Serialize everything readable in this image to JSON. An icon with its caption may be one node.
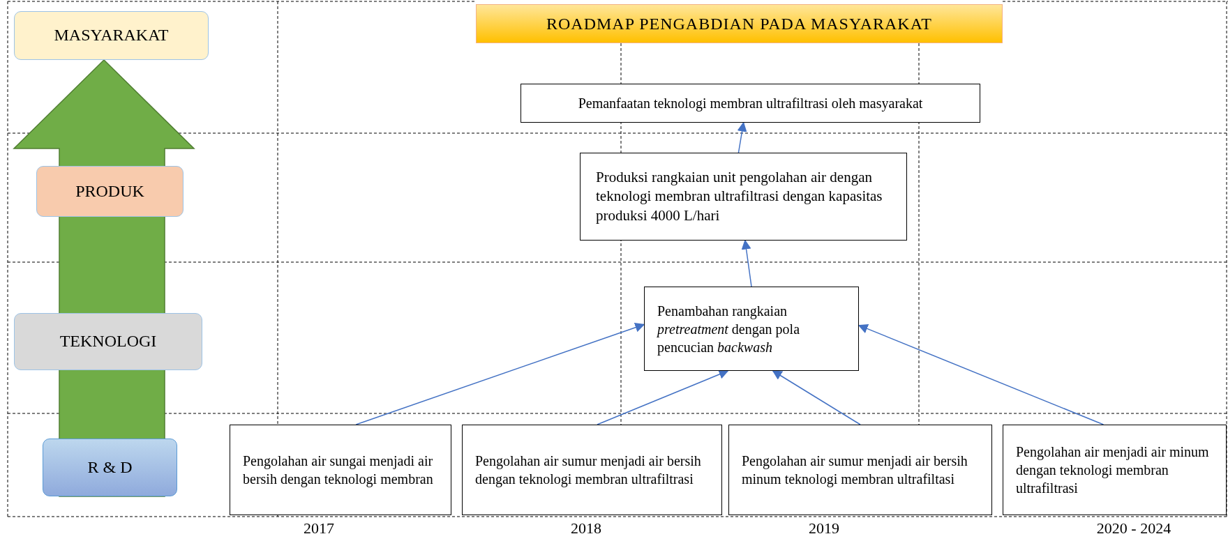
{
  "diagram": {
    "title": "ROADMAP PENGABDIAN PADA MASYARAKAT",
    "nodes": [
      {
        "text": [
          "MASYARAKAT"
        ]
      },
      {
        "text": [
          "PRODUK"
        ]
      },
      {
        "text": [
          "TEKNOLOGI"
        ]
      },
      {
        "text": [
          "R & D"
        ]
      },
      {
        "text": [
          "Pemanfaatan teknologi membran ultrafiltrasi oleh masyarakat"
        ]
      },
      {
        "text": [
          "Produksi rangkaian unit pengolahan air dengan teknologi membran ultrafiltrasi dengan kapasitas produksi 4000 L/hari"
        ]
      },
      {
        "text": [
          "Penambahan rangkaian *pretreatment* dengan pola pencucian *backwash*"
        ]
      },
      {
        "text": [
          "Pengolahan air sungai menjadi air bersih dengan teknologi membran"
        ]
      },
      {
        "text": [
          "Pengolahan air sumur menjadi air bersih dengan teknologi membran ultrafiltrasi"
        ]
      },
      {
        "text": [
          "Pengolahan air sumur menjadi air bersih minum teknologi membran ultrafiltasi"
        ]
      },
      {
        "text": [
          "Pengolahan air menjadi air minum dengan teknologi membran ultrafiltrasi"
        ]
      }
    ],
    "edges": [
      {
        "from": 5,
        "to": 4,
        "arrow": "to"
      },
      {
        "from": 6,
        "to": 5,
        "arrow": "to"
      },
      {
        "from": 7,
        "to": 6,
        "arrow": "to"
      },
      {
        "from": 8,
        "to": 6,
        "arrow": "to"
      },
      {
        "from": 9,
        "to": 6,
        "arrow": "to"
      },
      {
        "from": 10,
        "to": 6,
        "arrow": "to"
      },
      {
        "from": 3,
        "to": 0,
        "arrow": "to",
        "style": "thick",
        "color": "#70ad47"
      }
    ],
    "labels": [
      "2017",
      "2018",
      "2019",
      "2020 - 2024"
    ]
  }
}
